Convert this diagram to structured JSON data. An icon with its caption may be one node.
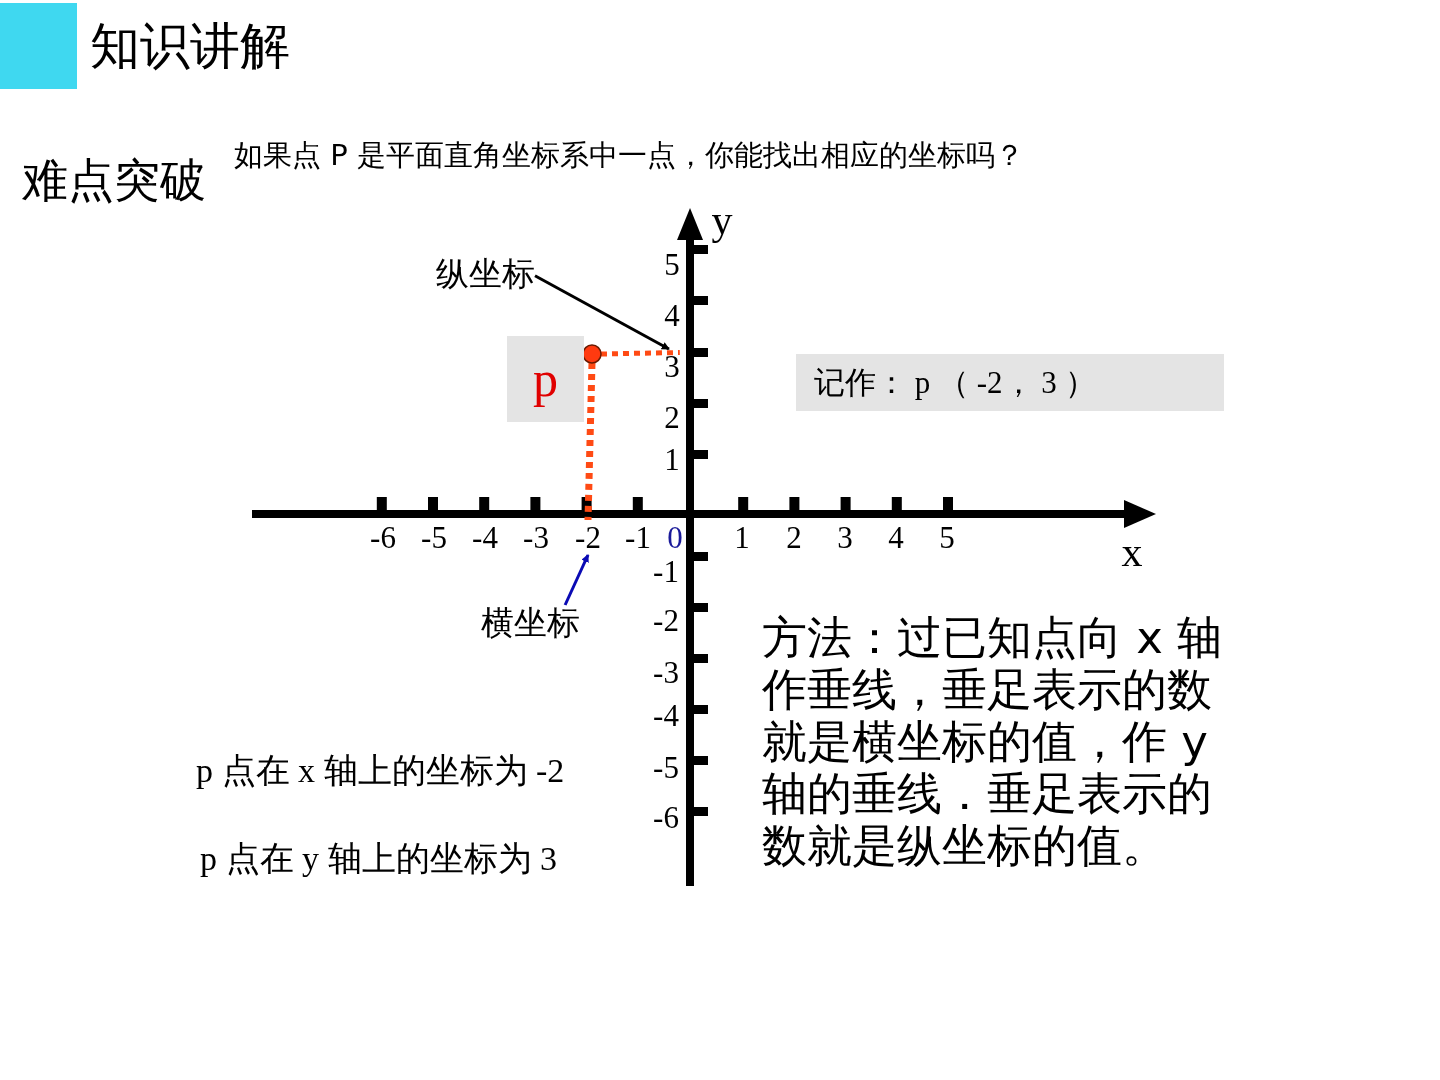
{
  "diagram": {
    "title": "知识讲解",
    "nodes": [
      {
        "text": [
          "p"
        ]
      },
      {
        "text": [
          "记作： p （ -2， 3 ）"
        ]
      },
      {
        "text": [
          "纵坐标"
        ]
      },
      {
        "text": [
          "横坐标"
        ]
      },
      {
        "text": [],
        "shape": "circle"
      },
      {
        "text": [
          "3"
        ]
      },
      {
        "text": [
          "-2"
        ]
      }
    ],
    "edges": [
      {
        "from": 2,
        "to": 5,
        "arrow": "to",
        "color": "#000000"
      },
      {
        "from": 3,
        "to": 6,
        "arrow": "to",
        "color": "#0a0ab4"
      },
      {
        "from": 4,
        "to": 5,
        "arrow": "none",
        "style": "dashed",
        "color": "#ff4a14"
      },
      {
        "from": 4,
        "to": 6,
        "arrow": "none",
        "style": "dashed",
        "color": "#ff4a14"
      }
    ],
    "labels": [
      "难点突破",
      "如果点 P 是平面直角坐标系中一点，你能找出相应的坐标吗？",
      "y",
      "5",
      "4",
      "2",
      "1",
      "-6",
      "-5",
      "-4",
      "-3",
      "-1",
      "0",
      "1",
      "2",
      "3",
      "4",
      "5",
      "x",
      "-1",
      "-2",
      "-3",
      "-4",
      "-5",
      "-6",
      "p 点在 x 轴上的坐标为 -2",
      "p 点在 y 轴上的坐标为 3",
      "方法：过已知点向 x 轴作垂线，垂足表示的数就是横坐标的值，作 y 轴的垂线．垂足表示的数就是纵坐标的值。"
    ]
  }
}
